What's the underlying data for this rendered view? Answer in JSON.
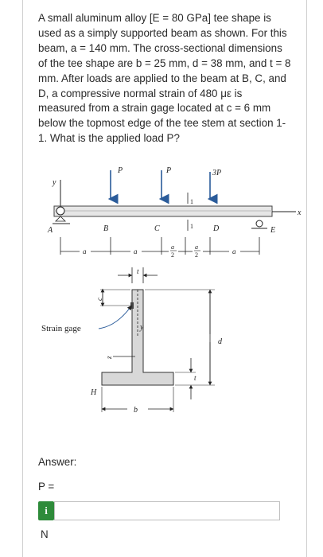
{
  "question": {
    "text": "A small aluminum alloy [E = 80 GPa] tee shape is used as a simply supported beam as shown. For this beam, a = 140 mm. The cross-sectional dimensions of the tee shape are b = 25 mm, d = 38 mm, and t = 8 mm. After loads are applied to the beam at B, C, and D, a compressive normal strain of 480 με is measured from a strain gage located at c = 6 mm below the topmost edge of the tee stem at section 1-1. What is the applied load P?"
  },
  "figure": {
    "loads": [
      "P",
      "P",
      "3P"
    ],
    "points": [
      "A",
      "B",
      "C",
      "D",
      "E"
    ],
    "section_label": "1",
    "axis_x": "x",
    "axis_y": "y",
    "dim_a": "a",
    "dim_half_num": "a",
    "dim_half_den": "2",
    "strain_gage_label": "Strain gage",
    "cs_c": "c",
    "cs_t": "t",
    "cs_y": "y",
    "cs_z": "z",
    "cs_d": "d",
    "cs_H": "H",
    "cs_b": "b"
  },
  "answer": {
    "label": "Answer:",
    "var_label": "P =",
    "info_icon": "i",
    "input_value": "",
    "unit": "N"
  },
  "colors": {
    "info_button": "#2e8b3a",
    "beam_fill": "#e6e6e6",
    "arrow_blue": "#2a5b9a"
  }
}
